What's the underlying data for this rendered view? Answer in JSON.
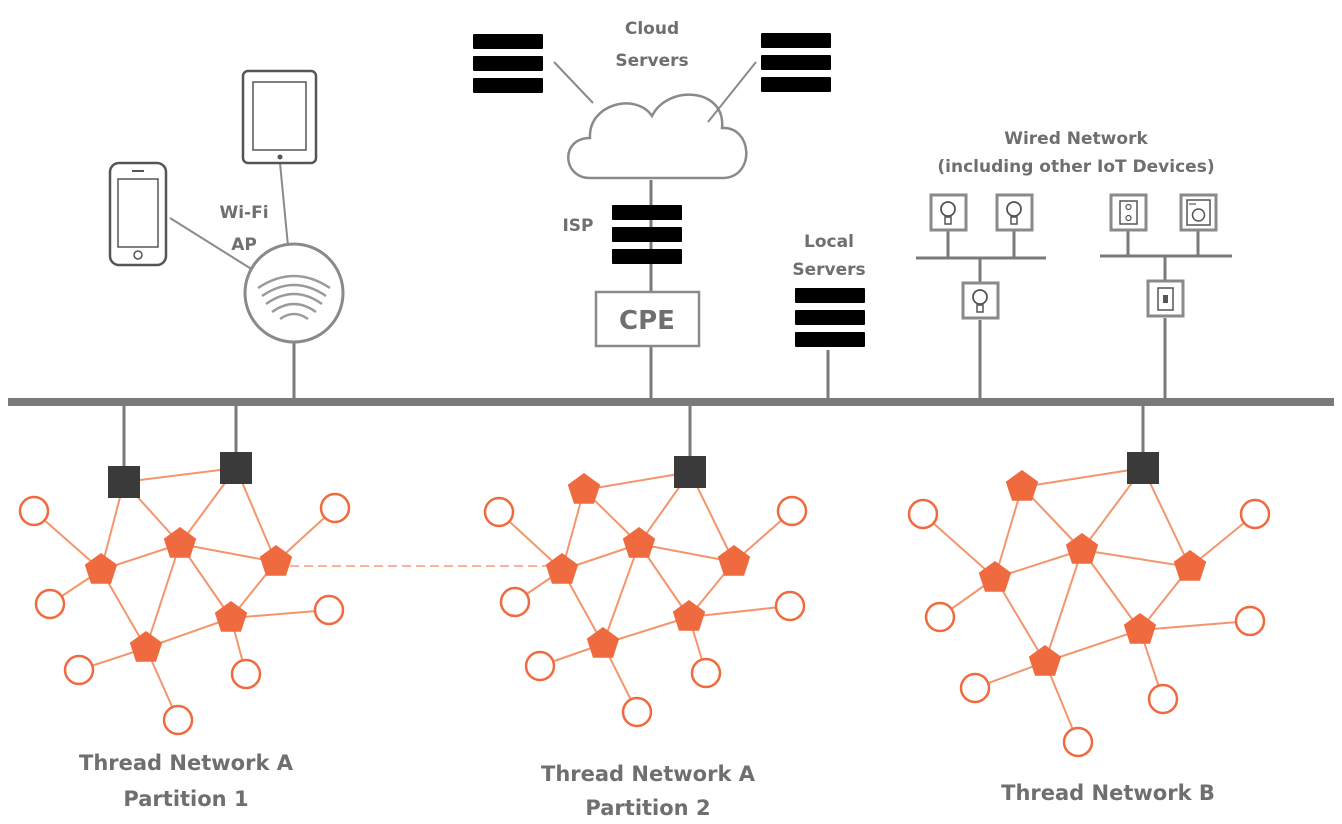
{
  "labels": {
    "cloud_servers_line1": "Cloud",
    "cloud_servers_line2": "Servers",
    "isp": "ISP",
    "cpe": "CPE",
    "wifi_ap_line1": "Wi-Fi",
    "wifi_ap_line2": "AP",
    "local_servers_line1": "Local",
    "local_servers_line2": "Servers",
    "wired_network_line1": "Wired Network",
    "wired_network_line2": "(including other IoT Devices)"
  },
  "networks": [
    {
      "line1": "Thread Network A",
      "line2": "Partition 1"
    },
    {
      "line1": "Thread Network A",
      "line2": "Partition 2"
    },
    {
      "line1": "Thread Network B",
      "line2": ""
    }
  ],
  "colors": {
    "router": "#ef6a3f",
    "end_device": "#f06a3d",
    "mesh_link": "#f4956c",
    "border_router": "#3a3a3a",
    "backbone": "#7a7a7a",
    "label": "#6f6f6f"
  },
  "icons": [
    "server-rack-icon",
    "cloud-icon",
    "smartphone-icon",
    "tablet-icon",
    "wifi-access-point-icon",
    "light-bulb-icon",
    "power-outlet-icon",
    "washing-machine-icon",
    "light-switch-icon"
  ]
}
